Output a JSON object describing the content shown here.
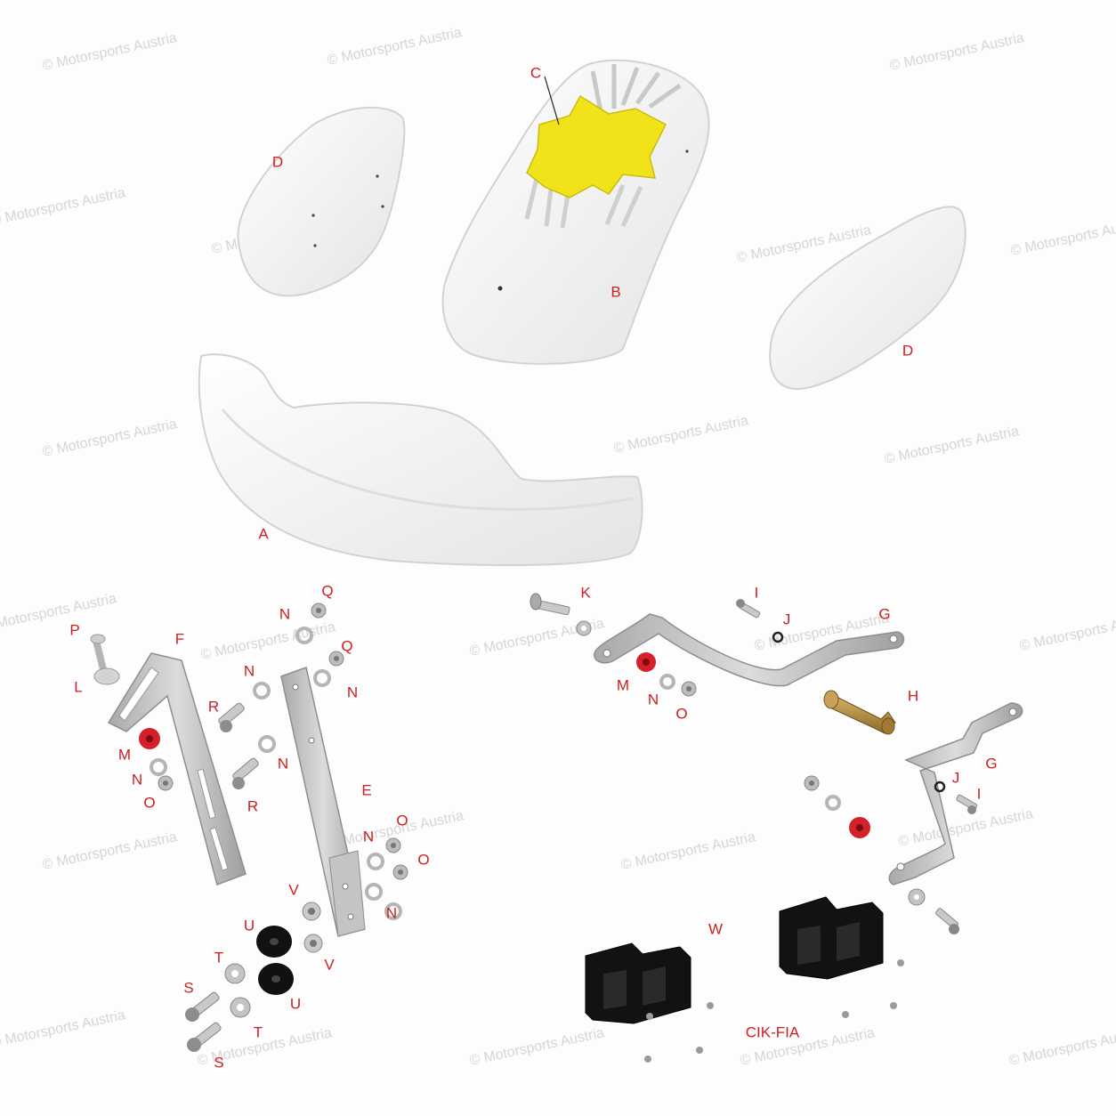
{
  "watermark": "© Motorsports Austria",
  "labels": {
    "A": "A",
    "B": "B",
    "C": "C",
    "D": "D",
    "E": "E",
    "F": "F",
    "G": "G",
    "H": "H",
    "I": "I",
    "J": "J",
    "K": "K",
    "L": "L",
    "M": "M",
    "N": "N",
    "O": "O",
    "P": "P",
    "Q": "Q",
    "R": "R",
    "S": "S",
    "T": "T",
    "U": "U",
    "V": "V",
    "W": "W",
    "cik": "CIK-FIA"
  },
  "colors": {
    "label": "#cc1f1f",
    "plastic": "#f4f4f4",
    "number_plate": "#f2e21a",
    "steel": "#b9b9b9",
    "rubber_red": "#d4202b",
    "rubber_black": "#111111",
    "brass": "#b08a3e"
  }
}
